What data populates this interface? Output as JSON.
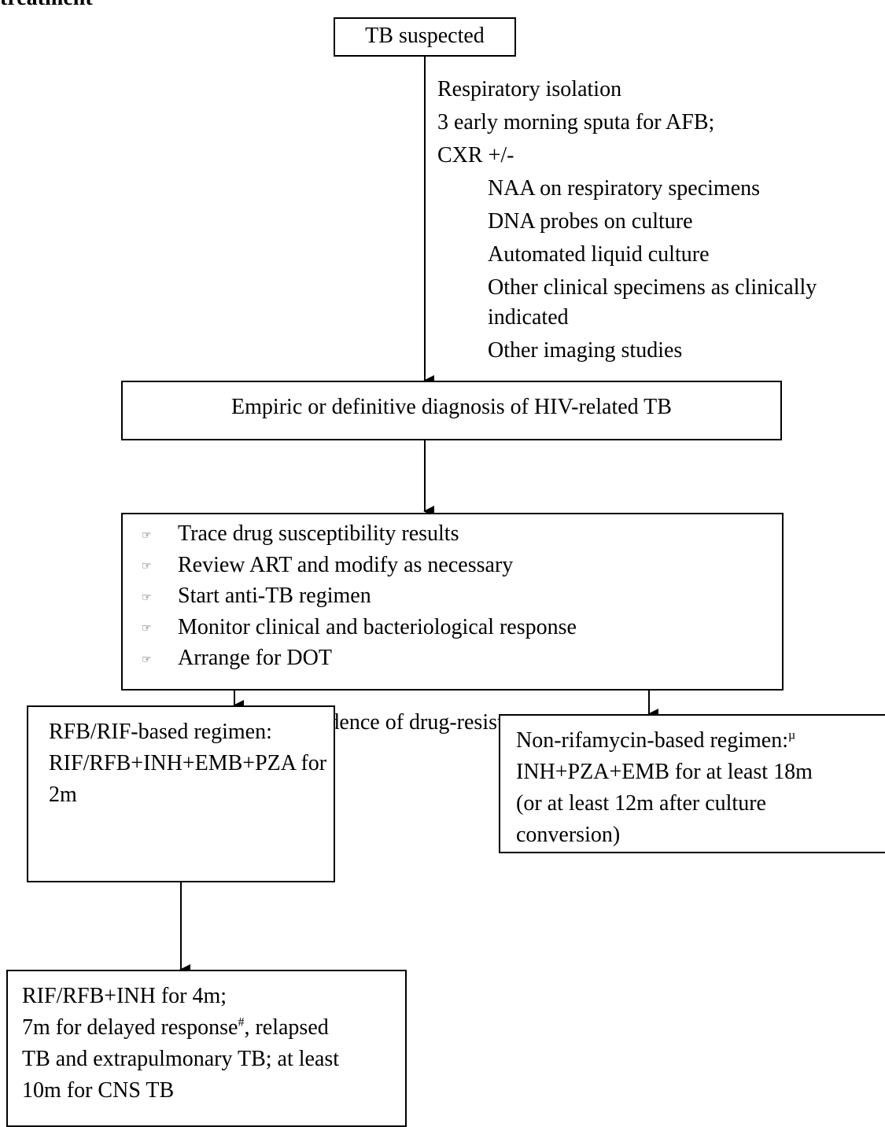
{
  "page_title": "treatment",
  "nodes": {
    "suspected": "TB suspected",
    "workup": {
      "items": [
        "Respiratory isolation",
        "3 early morning sputa for AFB;",
        "CXR +/-"
      ],
      "subitems": [
        "NAA on respiratory specimens",
        "DNA probes on culture",
        "Automated liquid culture",
        "Other clinical specimens as clinically",
        "indicated",
        "Other imaging studies"
      ]
    },
    "diagnosis": "Empiric or definitive diagnosis of HIV-related TB",
    "actions": [
      "Trace drug susceptibility results",
      "Review ART and modify as necessary",
      "Start anti-TB regimen",
      "Monitor clinical and bacteriological response",
      "Arrange for DOT"
    ],
    "bullet_icon": "pointing-hand-icon",
    "no_resistance_label": "No evidence of drug-resistant TB",
    "rif_regimen": {
      "line1": "RFB/RIF-based regimen:",
      "line2": "RIF/RFB+INH+EMB+PZA for",
      "line3": "2m"
    },
    "non_rif_regimen": {
      "line1": "Non-rifamycin-based regimen:",
      "line1_sup": "µ",
      "line2": "INH+PZA+EMB for at least 18m",
      "line3": "(or at least 12m after culture",
      "line4": "conversion)"
    },
    "continuation": {
      "line1": "RIF/RFB+INH for 4m;",
      "line2a": "7m for delayed response",
      "line2_sup": "#",
      "line2b": ", relapsed",
      "line3": "TB and extrapulmonary TB; at least",
      "line4": "10m for CNS TB"
    }
  }
}
